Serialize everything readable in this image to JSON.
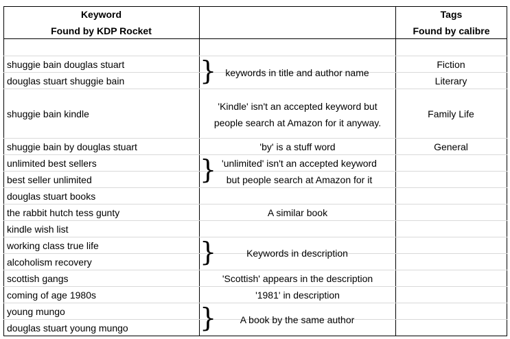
{
  "headers": {
    "keyword_line1": "Keyword",
    "keyword_line2": "Found by KDP Rocket",
    "tags_line1": "Tags",
    "tags_line2": "Found by calibre"
  },
  "keywords": [
    "shuggie bain douglas stuart",
    "douglas stuart shuggie bain",
    "shuggie bain kindle",
    "shuggie bain by douglas stuart",
    "unlimited best sellers",
    "best seller unlimited",
    "douglas stuart books",
    "the rabbit hutch tess gunty",
    "kindle wish list",
    "working class true life",
    "alcoholism recovery",
    "scottish gangs",
    "coming of age 1980s",
    "young mungo",
    "douglas stuart young mungo"
  ],
  "notes": {
    "title_author": "keywords in title and author name",
    "kindle_line1": "'Kindle' isn't an accepted keyword but",
    "kindle_line2": "people search at Amazon for it anyway.",
    "by_word": "'by' is a stuff word",
    "unlimited_line1": "'unlimited' isn't an accepted keyword",
    "unlimited_line2": "but people search at Amazon for it",
    "similar_book": "A similar book",
    "description": "Keywords in description",
    "scottish": "'Scottish' appears in the description",
    "year_1981": "'1981' in description",
    "same_author": "A book by the same author"
  },
  "tags": [
    "Fiction",
    "Literary",
    "Family Life",
    "General"
  ],
  "brace_glyph": "}"
}
